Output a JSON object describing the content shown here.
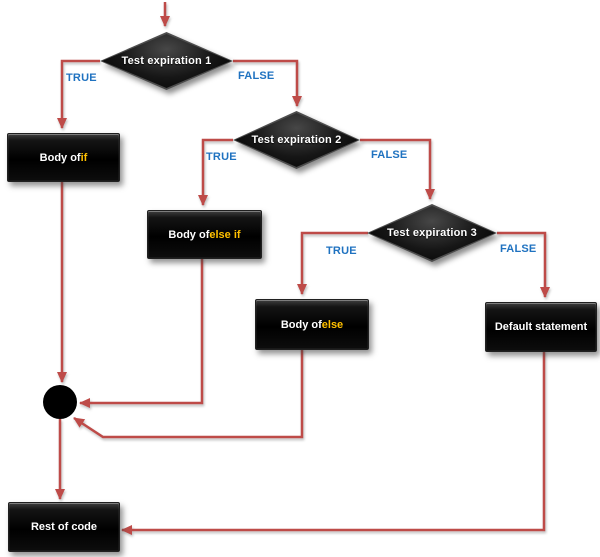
{
  "figure": {
    "description_type": "flowchart",
    "colors": {
      "connector_red": "#be4b48",
      "branch_label_blue": "#1f72c0",
      "keyword_orange": "#ffc000",
      "node_fill_black": "#0a0a0a",
      "node_text_white": "#ffffff",
      "background": "#ffffff"
    },
    "diamonds": [
      {
        "label": "Test expiration 1"
      },
      {
        "label": "Test expiration 2"
      },
      {
        "label": "Test expiration 3"
      }
    ],
    "boxes": {
      "body_if": {
        "prefix": "Body of ",
        "keyword": "if"
      },
      "body_else_if": {
        "prefix": "Body of ",
        "keyword": "else if"
      },
      "body_else": {
        "prefix": "Body of ",
        "keyword": "else"
      },
      "default_statement": {
        "text": "Default statement"
      },
      "rest_of_code": {
        "text": "Rest of code"
      }
    },
    "edge_labels": {
      "d1_true": "TRUE",
      "d1_false": "FALSE",
      "d2_true": "TRUE",
      "d2_false": "FALSE",
      "d3_true": "TRUE",
      "d3_false": "FALSE"
    }
  }
}
